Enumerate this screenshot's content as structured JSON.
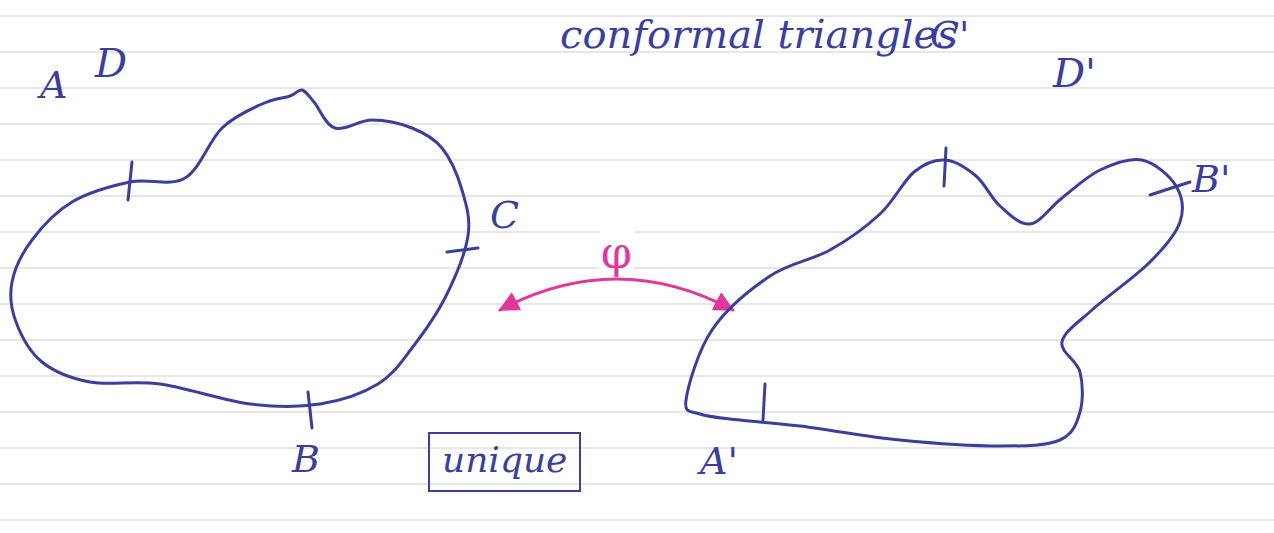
{
  "diagram": {
    "title": "conformal triangles",
    "nodes": [
      {
        "text": [
          "D"
        ]
      },
      {
        "text": [
          "D'"
        ]
      },
      {
        "text": [
          "unique"
        ]
      }
    ],
    "edges": [
      {
        "from": 0,
        "to": 1,
        "label": "φ",
        "arrow": "both"
      }
    ],
    "labels": [
      "A",
      "C",
      "B",
      "A'",
      "B'",
      "C'"
    ]
  }
}
